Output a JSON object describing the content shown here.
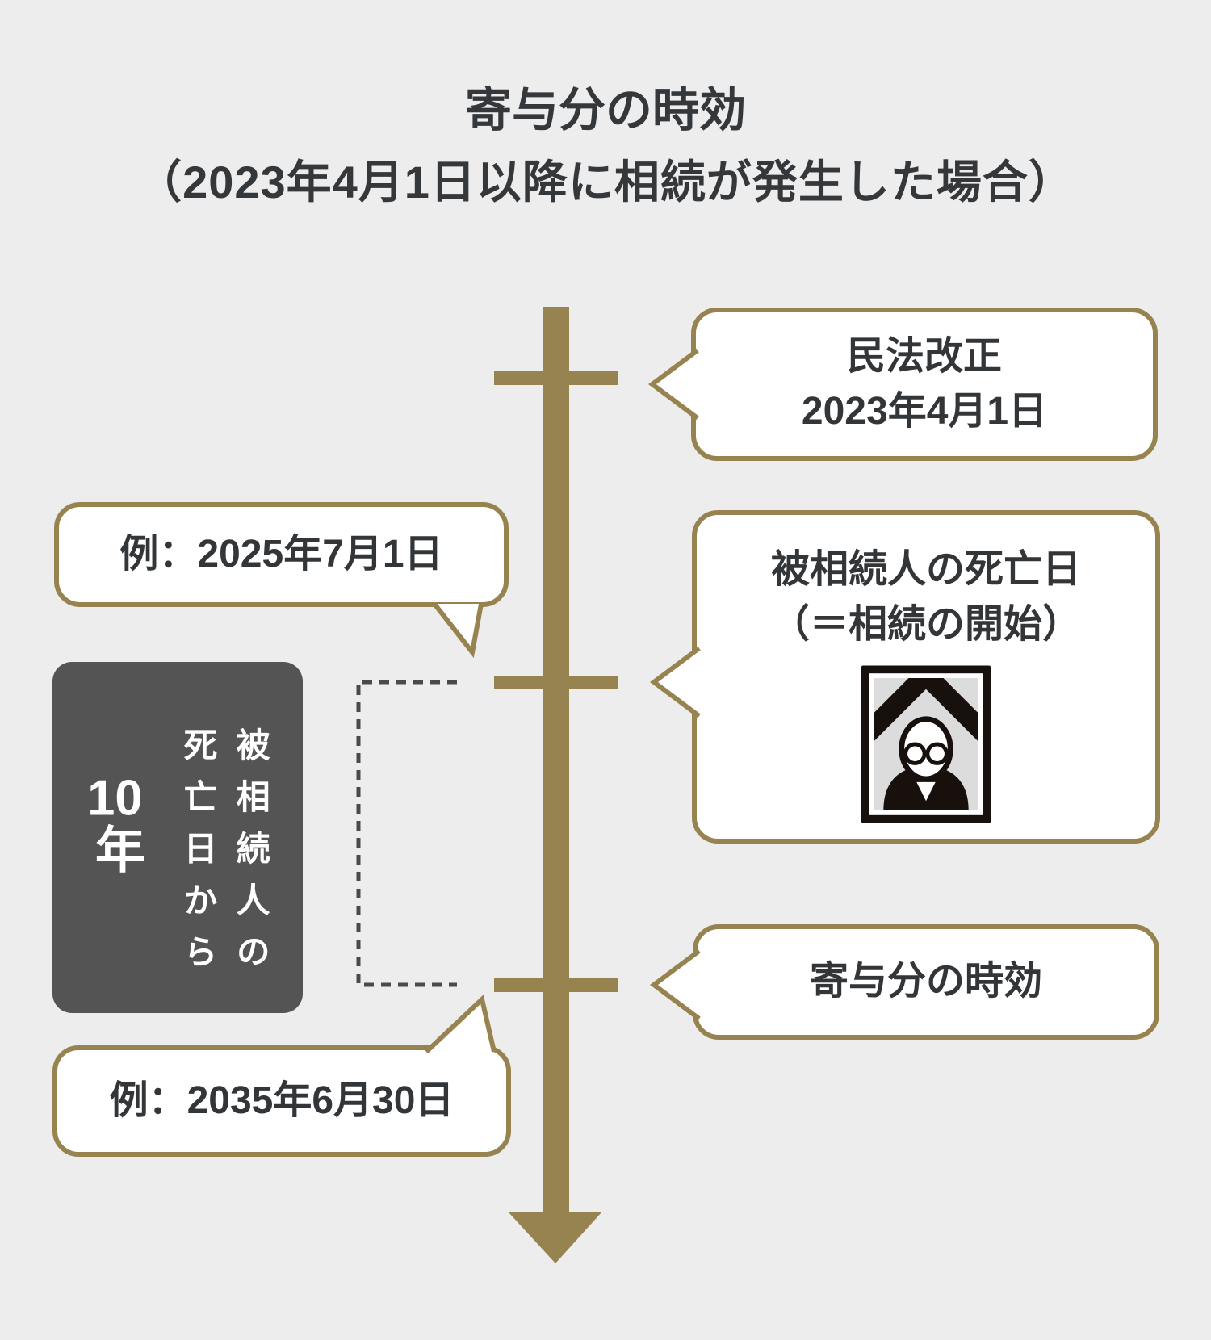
{
  "colors": {
    "bg": "#EDEDEE",
    "gold": "#97834F",
    "text": "#333639",
    "title_text": "#35383B",
    "box_bg": "#545454",
    "box_text": "#FFFFFF",
    "dotted": "#4A4A4A",
    "photo_frame": "#17100D",
    "photo_bg": "#DCDCDC"
  },
  "title": {
    "line1": "寄与分の時効",
    "line2": "（2023年4月1日以降に相続が発生した場合）"
  },
  "bubbles": {
    "law_revision": {
      "line1": "民法改正",
      "line2": "2023年4月1日"
    },
    "death_date": {
      "line1": "被相続人の死亡日",
      "line2": "（＝相続の開始）",
      "icon": "memorial-portrait-icon"
    },
    "contribution_limit": {
      "label": "寄与分の時効"
    },
    "example_start": {
      "label": "例：2025年7月1日"
    },
    "example_end": {
      "label": "例：2035年6月30日"
    }
  },
  "duration_box": {
    "phrase_line1": "被相続人の",
    "phrase_line2": "死亡日から",
    "years_number": "10",
    "years_unit": "年"
  }
}
